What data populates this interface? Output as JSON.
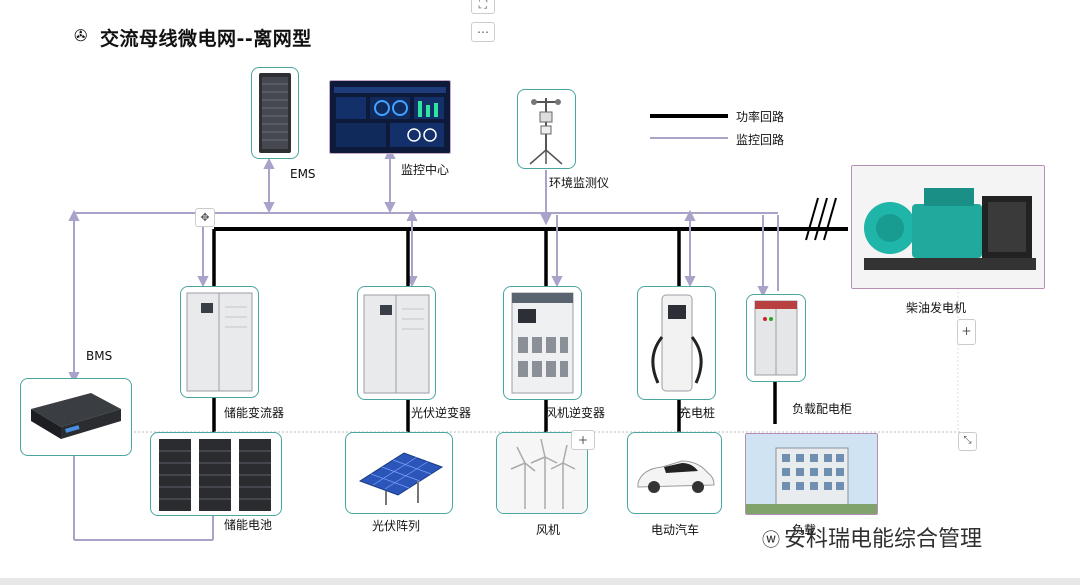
{
  "title": "交流母线微电网--离网型",
  "legend": {
    "power": "功率回路",
    "monitor": "监控回路"
  },
  "labels": {
    "ems": "EMS",
    "monitor_center": "监控中心",
    "env_monitor": "环境监测仪",
    "bms": "BMS",
    "storage_converter": "储能变流器",
    "pv_inverter": "光伏逆变器",
    "wind_inverter": "风机逆变器",
    "charging_pile": "充电桩",
    "load_cabinet": "负载配电柜",
    "diesel_generator": "柴油发电机",
    "storage_battery": "储能电池",
    "pv_array": "光伏阵列",
    "wind_turbine": "风机",
    "electric_car": "电动汽车",
    "load": "负载"
  },
  "watermark": "安科瑞电能综合管理",
  "colors": {
    "power_line": "#000000",
    "monitor_line": "#a9a3c9",
    "box_border": "#4aa6a0"
  }
}
